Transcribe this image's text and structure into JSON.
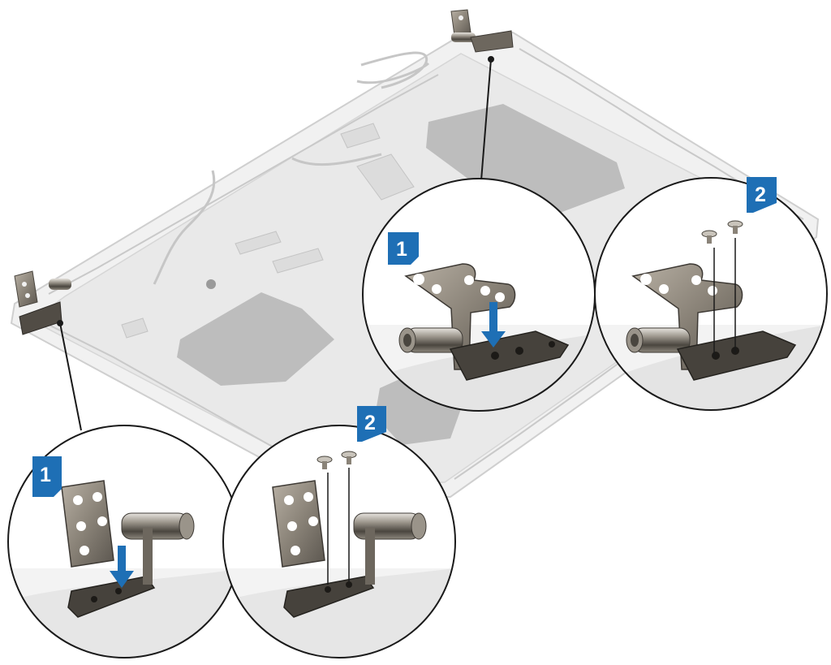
{
  "steps": {
    "right_top": {
      "number": "1"
    },
    "right_bottom": {
      "number": "2"
    },
    "left_top": {
      "number": "1"
    },
    "left_bottom": {
      "number": "2"
    }
  },
  "colors": {
    "badge_fill": "#1e6fb5",
    "badge_text": "#ffffff",
    "arrow": "#1e6fb5",
    "panel_fill": "#ececec",
    "panel_stroke": "#cfcfcf",
    "pad_fill": "#bdbdbd",
    "hinge_metal": "#8a8378",
    "hinge_dark": "#3e3a35",
    "leader_line": "#1a1a1a"
  },
  "icons": {
    "badge": "numbered-step-badge",
    "arrow": "down-arrow-icon",
    "screw": "screw-icon"
  }
}
